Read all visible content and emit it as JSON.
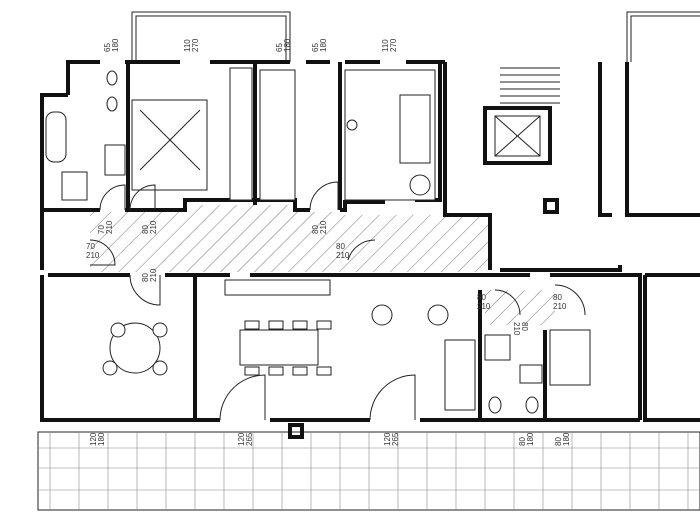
{
  "dimensions": {
    "top": [
      {
        "w": "65",
        "h": "180"
      },
      {
        "w": "110",
        "h": "270"
      },
      {
        "w": "65",
        "h": "180"
      },
      {
        "w": "65",
        "h": "180"
      },
      {
        "w": "110",
        "h": "270"
      }
    ],
    "doors": [
      {
        "w": "70",
        "h": "210"
      },
      {
        "w": "80",
        "h": "210"
      },
      {
        "w": "80",
        "h": "210"
      },
      {
        "w": "70",
        "h": "210"
      },
      {
        "w": "80",
        "h": "210"
      },
      {
        "w": "80",
        "h": "210"
      },
      {
        "w": "80",
        "h": "210"
      },
      {
        "w": "80",
        "h": "210"
      },
      {
        "w": "80",
        "h": "210"
      }
    ],
    "bottom": [
      {
        "w": "120",
        "h": "180"
      },
      {
        "w": "120",
        "h": "265"
      },
      {
        "w": "120",
        "h": "265"
      },
      {
        "w": "80",
        "h": "180"
      },
      {
        "w": "80",
        "h": "180"
      }
    ]
  },
  "colors": {
    "wall": "#111111",
    "hatch": "#555555",
    "background": "#ffffff"
  }
}
